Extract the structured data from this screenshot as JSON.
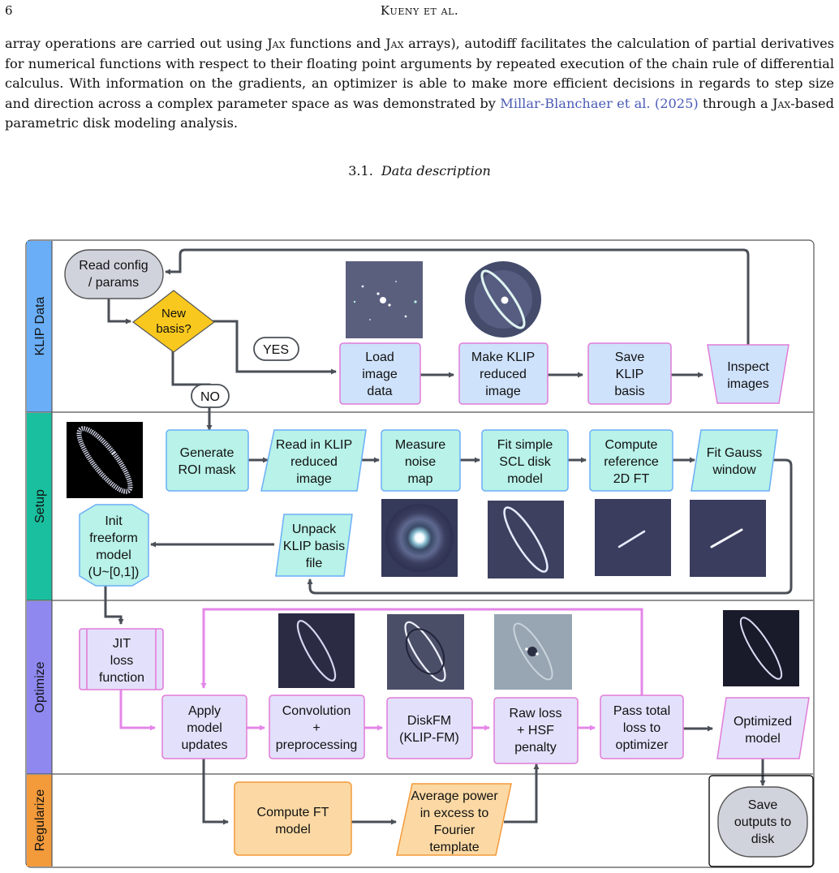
{
  "header": {
    "page_number": "6",
    "running_title": "Kueny et al."
  },
  "paragraph": {
    "pre1": "array operations are carried out using ",
    "jax1": "Jax",
    "mid1": " functions and ",
    "jax2": "Jax",
    "mid2": " arrays), autodiff facilitates the calculation of partial derivatives for numerical functions with respect to their floating point arguments by repeated execution of the chain rule of differential calculus. With information on the gradients, an optimizer is able to make more efficient decisions in regards to step size and direction across a complex parameter space as was demonstrated by ",
    "citation_authors": "Millar-Blanchaer et al.",
    "citation_year": "(2025)",
    "mid3": " through a ",
    "jax3": "Jax",
    "post": "-based parametric disk modeling analysis."
  },
  "section": {
    "number": "3.1.",
    "title": "Data description"
  },
  "figure": {
    "lanes": [
      {
        "label": "KLIP Data",
        "color": "#6aaef7"
      },
      {
        "label": "Setup",
        "color": "#19bf9e"
      },
      {
        "label": "Optimize",
        "color": "#8e88ef"
      },
      {
        "label": "Regularize",
        "color": "#f39a3b"
      }
    ],
    "nodes": {
      "read_config": [
        "Read config",
        "/ params"
      ],
      "new_basis": [
        "New",
        "basis?"
      ],
      "yes": "YES",
      "no": "NO",
      "load_image": [
        "Load",
        "image",
        "data"
      ],
      "make_klip": [
        "Make KLIP",
        "reduced",
        "image"
      ],
      "save_klip": [
        "Save",
        "KLIP",
        "basis"
      ],
      "inspect": [
        "Inspect",
        "images"
      ],
      "gen_roi": [
        "Generate",
        "ROI mask"
      ],
      "read_klip": [
        "Read in KLIP",
        "reduced",
        "image"
      ],
      "measure_noise": [
        "Measure",
        "noise",
        "map"
      ],
      "fit_scl": [
        "Fit simple",
        "SCL disk",
        "model"
      ],
      "compute_ref": [
        "Compute",
        "reference",
        "2D FT"
      ],
      "fit_gauss": [
        "Fit Gauss",
        "window"
      ],
      "init_freeform": [
        "Init",
        "freeform",
        "model",
        "(U~[0,1])"
      ],
      "unpack_klip": [
        "Unpack",
        "KLIP basis",
        "file"
      ],
      "jit_loss": [
        "JIT",
        "loss",
        "function"
      ],
      "apply_updates": [
        "Apply",
        "model",
        "updates"
      ],
      "convolution": [
        "Convolution",
        "+",
        "preprocessing"
      ],
      "diskfm": [
        "DiskFM",
        "(KLIP-FM)"
      ],
      "raw_loss": [
        "Raw loss",
        "+ HSF",
        "penalty"
      ],
      "pass_loss": [
        "Pass total",
        "loss to",
        "optimizer"
      ],
      "optimized": [
        "Optimized",
        "model"
      ],
      "compute_ft": [
        "Compute FT",
        "model"
      ],
      "avg_power": [
        "Average power",
        "in excess to",
        "Fourier",
        "template"
      ],
      "save_outputs": [
        "Save",
        "outputs to",
        "disk"
      ]
    },
    "colors": {
      "blue_fill": "#cfe2fb",
      "teal_fill": "#b8f2e8",
      "violet_fill": "#e3e0fb",
      "orange_fill": "#fcd9a4",
      "pink_stroke": "#e17cd8",
      "arrow_dark": "#4a4f57",
      "arrow_pink": "#e487e8",
      "diamond": "#f9c81e"
    }
  }
}
